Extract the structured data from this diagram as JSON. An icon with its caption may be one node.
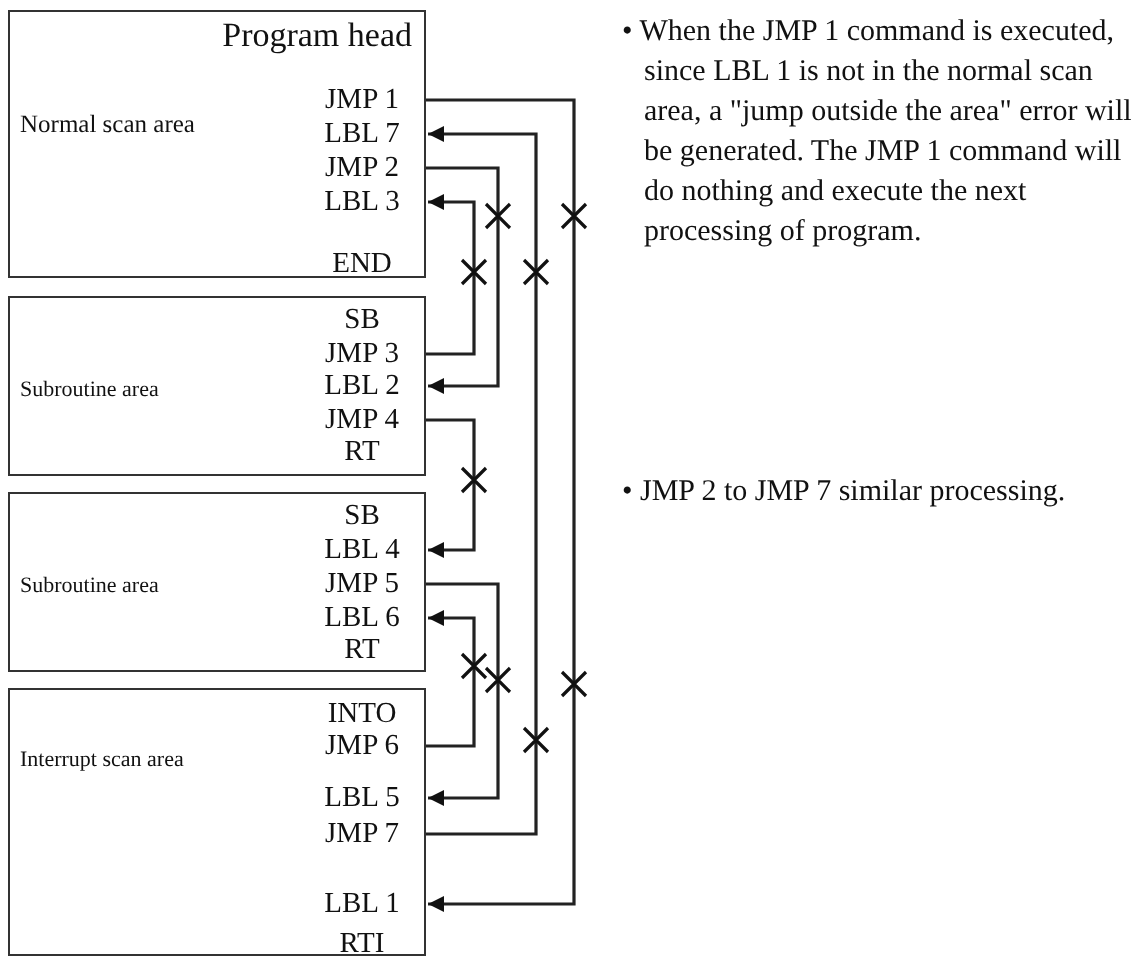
{
  "diagram": {
    "nodes": [
      {
        "text": [
          "Program head",
          "Normal scan area",
          "JMP 1",
          "LBL 7",
          "JMP 2",
          "LBL 3",
          "END"
        ]
      },
      {
        "text": [
          "Subroutine area",
          "SB",
          "JMP 3",
          "LBL 2",
          "JMP 4",
          "RT"
        ]
      },
      {
        "text": [
          "Subroutine area",
          "SB",
          "LBL 4",
          "JMP 5",
          "LBL 6",
          "RT"
        ]
      },
      {
        "text": [
          "Interrupt scan area",
          "INTO",
          "JMP 6",
          "LBL 5",
          "JMP 7",
          "LBL 1",
          "RTI"
        ]
      }
    ],
    "edges": [
      {
        "from": 0,
        "to": 3,
        "arrow": "to"
      },
      {
        "from": 0,
        "to": 1,
        "arrow": "to"
      },
      {
        "from": 1,
        "to": 0,
        "arrow": "to"
      },
      {
        "from": 1,
        "to": 2,
        "arrow": "to"
      },
      {
        "from": 2,
        "to": 3,
        "arrow": "to"
      },
      {
        "from": 3,
        "to": 2,
        "arrow": "to"
      },
      {
        "from": 3,
        "to": 0,
        "arrow": "to"
      }
    ],
    "labels": [
      "• When the JMP 1 command is executed, since LBL 1 is not in the normal scan area, a \"jump outside the area\" error will be generated. The JMP 1 command will do nothing and execute the next processing of program.",
      "• JMP 2 to JMP 7 similar processing."
    ]
  }
}
